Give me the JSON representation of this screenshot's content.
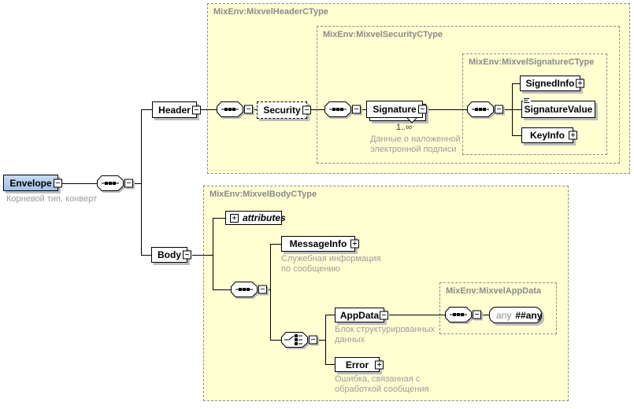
{
  "colors": {
    "ctype_fill": "#FFFFD2",
    "ctype_border": "#8C8C8C",
    "ctype_label": "#8A8A8A",
    "caption_gray": "#9C9C9C",
    "selected_element_blue": "#A9C9E8",
    "shadow_gray": "#BDBDBD",
    "line_black": "#000000"
  },
  "icons": {
    "collapse": "−",
    "expand": "+"
  },
  "types": {
    "header_ctype": "MixEnv:MixvelHeaderCType",
    "security_ctype": "MixEnv:MixvelSecurityCType",
    "signature_ctype": "MixEnv:MixvelSignatureCType",
    "body_ctype": "MixEnv:MixvelBodyCType",
    "appdata_ctype": "MixEnv:MixvelAppData"
  },
  "nodes": {
    "envelope": {
      "label": "Envelope",
      "caption": "Корневой тип, конверт"
    },
    "header": {
      "label": "Header"
    },
    "security": {
      "label": "Security"
    },
    "signature": {
      "label": "Signature",
      "occurs": "1..∞",
      "caption": [
        "Данные о наложенной",
        "электронной подписи"
      ]
    },
    "signed_info": {
      "label": "SignedInfo"
    },
    "signature_value": {
      "label": "SignatureValue"
    },
    "key_info": {
      "label": "KeyInfo"
    },
    "body": {
      "label": "Body"
    },
    "attributes": {
      "label": "attributes"
    },
    "message_info": {
      "label": "MessageInfo",
      "caption": [
        "Служебная информация",
        "по сообщению"
      ]
    },
    "app_data": {
      "label": "AppData",
      "caption": [
        "Блок структурированных",
        "данных"
      ]
    },
    "error": {
      "label": "Error",
      "caption": [
        "Ошибка, связанная с",
        "обработкой сообщения"
      ]
    },
    "any": {
      "ns": "any",
      "label": "##any"
    }
  }
}
